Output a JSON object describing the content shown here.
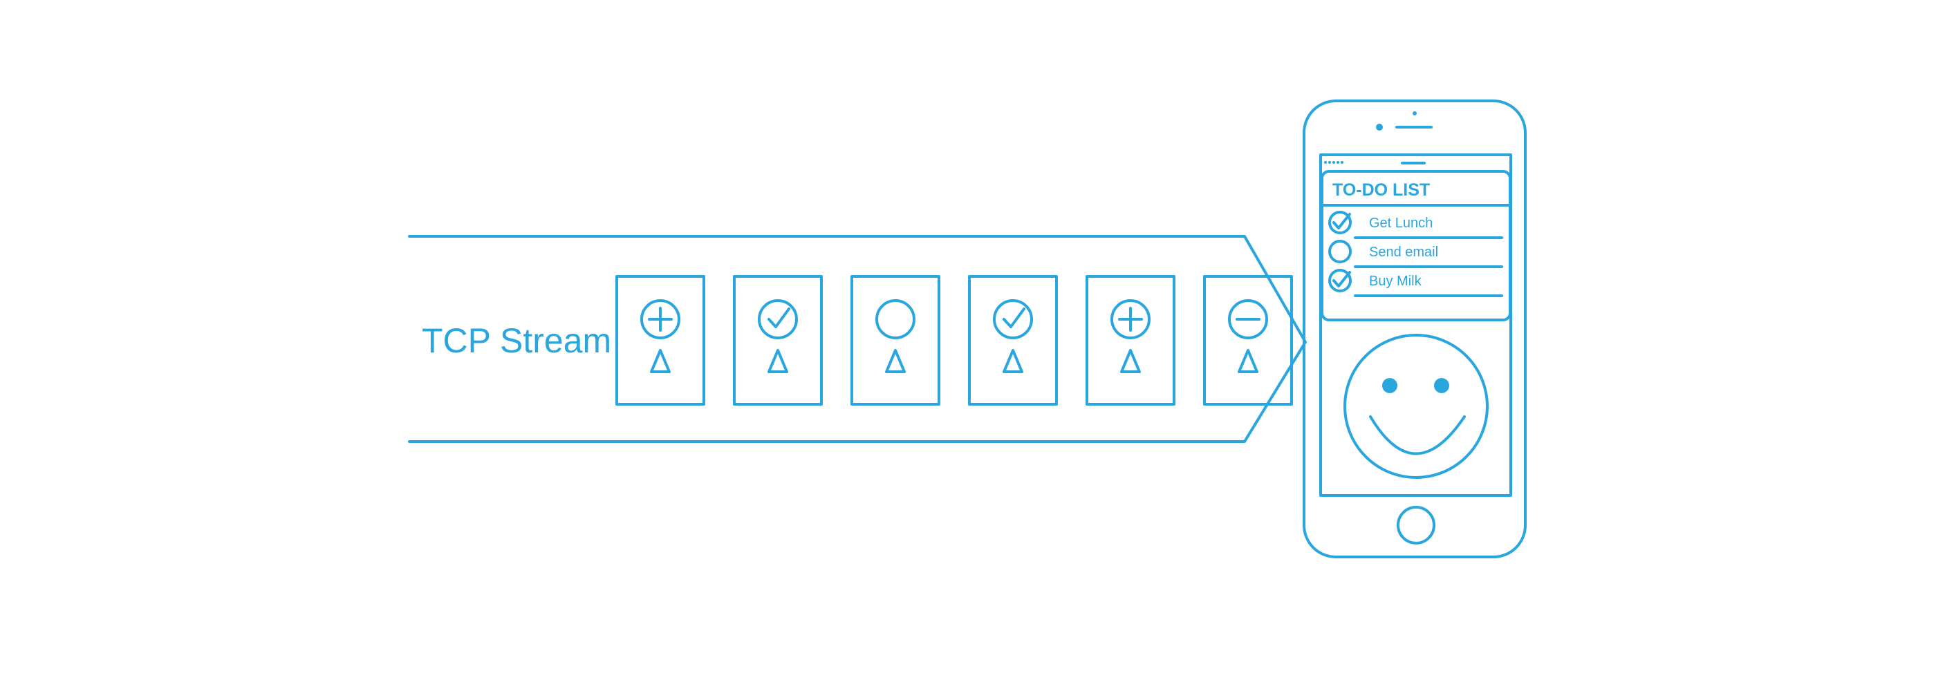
{
  "accent_color": "#2aa6df",
  "stream": {
    "label": "TCP Stream",
    "packets": [
      {
        "icon": "plus-circle-icon",
        "delta_icon": "delta-icon"
      },
      {
        "icon": "check-circle-icon",
        "delta_icon": "delta-icon"
      },
      {
        "icon": "empty-circle-icon",
        "delta_icon": "delta-icon"
      },
      {
        "icon": "check-circle-icon",
        "delta_icon": "delta-icon"
      },
      {
        "icon": "plus-circle-icon",
        "delta_icon": "delta-icon"
      },
      {
        "icon": "minus-circle-icon",
        "delta_icon": "delta-icon"
      }
    ]
  },
  "phone": {
    "todo": {
      "title": "TO-DO LIST",
      "items": [
        {
          "label": "Get Lunch",
          "checked": true
        },
        {
          "label": "Send email",
          "checked": false
        },
        {
          "label": "Buy Milk",
          "checked": true
        }
      ]
    },
    "face_icon": "smiley-face-icon"
  }
}
